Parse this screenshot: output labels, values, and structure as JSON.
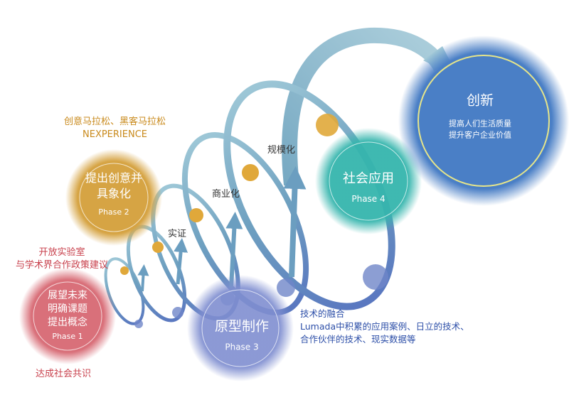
{
  "phases": [
    {
      "title_lines": [
        "展望未来",
        "明确课题",
        "提出概念"
      ],
      "phase": "Phase 1",
      "color": "#d9707a"
    },
    {
      "title_lines": [
        "提出创意并",
        "具象化"
      ],
      "phase": "Phase 2",
      "color": "#d6a444"
    },
    {
      "title": "原型制作",
      "phase": "Phase 3",
      "color": "#7f8ed0"
    },
    {
      "title": "社会应用",
      "phase": "Phase 4",
      "color": "#35b5ad"
    }
  ],
  "innovation": {
    "title": "创新",
    "lines": [
      "提高人们生活质量",
      "提升客户企业价值"
    ],
    "color": "#4a7fc6"
  },
  "stages": {
    "s1": "实证",
    "s2": "商业化",
    "s3": "规模化"
  },
  "annotations": {
    "hackathon": [
      "创意马拉松、黑客马拉松",
      "NEXPERIENCE"
    ],
    "open_lab": [
      "开放实验室",
      "与学术界合作政策建议"
    ],
    "consensus": "达成社会共识",
    "tech": [
      "技术的融合",
      "Lumada中积累的应用案例、日立的技术、",
      "合作伙伴的技术、现实数据等"
    ]
  }
}
